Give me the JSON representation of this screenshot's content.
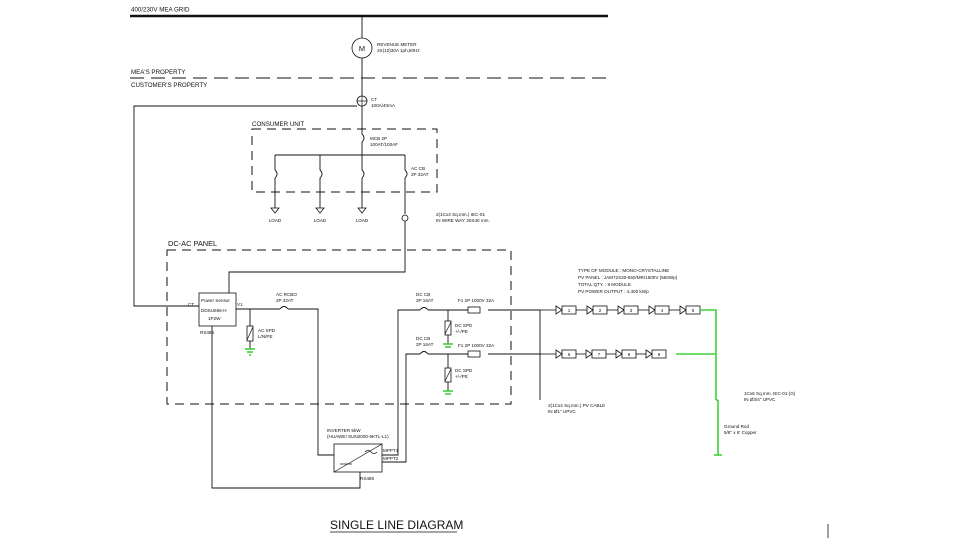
{
  "grid_label": "400/230V MEA GRID",
  "meter": {
    "symbol": "M",
    "line1": "REVENUE METER",
    "line2": "3X(10)30A 1ph,50Hz"
  },
  "property": {
    "mea": "MEA'S PROPERTY",
    "customer": "CUSTOMER'S PROPERTY"
  },
  "ct": {
    "label": "CT",
    "value": "100A/40mA"
  },
  "consumer_unit": {
    "title": "CONSUMER UNIT",
    "mcb": {
      "line1": "MCB 2P",
      "line2": "100AT/100AF"
    },
    "ac_cb": {
      "line1": "AC CB",
      "line2": "2P 32AT"
    },
    "loads": [
      "LOAD",
      "LOAD",
      "LOAD"
    ]
  },
  "ac_cable": {
    "line1": "2(1Cx4 Sq.mm.) IEC-01",
    "line2": "IN WIRE WAY 30X40 mm."
  },
  "dc_ac_panel": {
    "title": "DC-AC PANEL",
    "power_sensor": {
      "line1": "Power Sensor",
      "line2": "DDSU666-H",
      "line3": "1P2W",
      "ct_tag": "CT",
      "v_tag": "V1",
      "rs485_tag": "RS485"
    },
    "ac_rcbo": {
      "line1": "AC RCBO",
      "line2": "2P 32AT"
    },
    "ac_spd": {
      "line1": "AC SPD",
      "line2": "L/N/PE"
    },
    "dc_cb_1": {
      "line1": "DC CB",
      "line2": "2P 16AT"
    },
    "dc_cb_2": {
      "line1": "DC CB",
      "line2": "2P 16AT"
    },
    "fuse_1": "F1 2P 1000V 32A",
    "fuse_2": "F1 2P 1000V 32A",
    "dc_spd_1": {
      "line1": "DC SPD",
      "line2": "+/-/PE"
    },
    "dc_spd_2": {
      "line1": "DC SPD",
      "line2": "+/-/PE"
    }
  },
  "inverter": {
    "line1": "INVERTER 5kW",
    "line2": "(HUAWEI SUN2000-5KTL-L1)",
    "mppt1": "MPPT1",
    "mppt2": "MPPT2",
    "rs485": "RS485"
  },
  "pv_cable": {
    "line1": "2(1Cx4 Sq.mm.) PV CABLE",
    "line2": "IN Ø1\" UPVC"
  },
  "module_info": {
    "line1": "TYPE OF MODULE : MONO-CRYSTALLINE",
    "line2": "PV PANEL : JAM72S30-550/MR/1500V (550Wp)",
    "line3": "TOTAL QTY. : 8 MODULE",
    "line4": "PV POWER OUTPUT : 4,400 kWp"
  },
  "string1": [
    "1",
    "2",
    "3",
    "4",
    "5"
  ],
  "string2": [
    "6",
    "7",
    "8",
    "9"
  ],
  "ground_cable": {
    "line1": "1Cx6 Sq.mm. IEC-01 (G)",
    "line2": "IN Ø3/4\" UPVC"
  },
  "ground_rod": {
    "line1": "Ground Rod",
    "line2": "5/8\" x 6' Copper"
  },
  "diagram_title": "SINGLE LINE DIAGRAM",
  "colors": {
    "line": "#111111",
    "ground": "#3fd23a",
    "background": "#ffffff"
  }
}
